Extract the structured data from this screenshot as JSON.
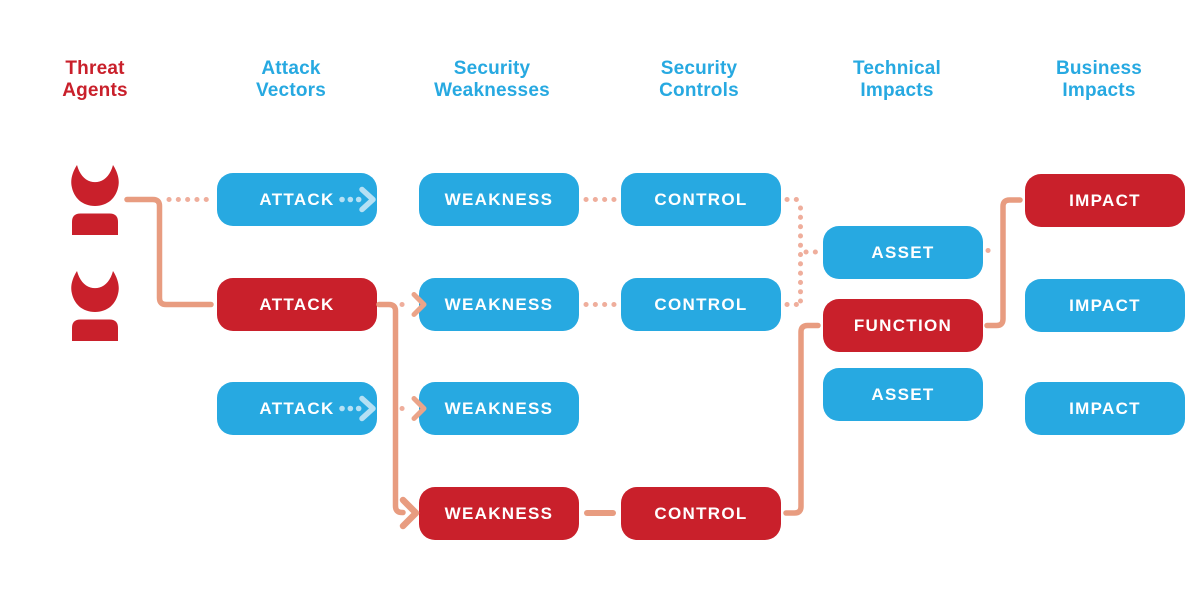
{
  "diagram": "owasp-risk-path",
  "colors": {
    "red": "#C9202B",
    "blue": "#27A9E1",
    "salmon_solid": "#E89C80",
    "salmon_dotted": "#EFAE9C",
    "light_blue_arrow": "#B5E0F4",
    "node_text": "#FFFFFF",
    "background": "#FFFFFF"
  },
  "headers": [
    {
      "id": "threat-agents",
      "text": "Threat\nAgents"
    },
    {
      "id": "attack-vectors",
      "text": "Attack\nVectors"
    },
    {
      "id": "security-weaknesses",
      "text": "Security\nWeaknesses"
    },
    {
      "id": "security-controls",
      "text": "Security\nControls"
    },
    {
      "id": "technical-impacts",
      "text": "Technical\nImpacts"
    },
    {
      "id": "business-impacts",
      "text": "Business\nImpacts"
    }
  ],
  "threat_agents": {
    "count": 2,
    "icon": "devil-person-icon"
  },
  "nodes": {
    "attack_row1": {
      "label": "ATTACK",
      "variant": "blue"
    },
    "attack_row2": {
      "label": "ATTACK",
      "variant": "red"
    },
    "attack_row3": {
      "label": "ATTACK",
      "variant": "blue"
    },
    "weakness_row1": {
      "label": "WEAKNESS",
      "variant": "blue"
    },
    "weakness_row2": {
      "label": "WEAKNESS",
      "variant": "blue"
    },
    "weakness_row3": {
      "label": "WEAKNESS",
      "variant": "blue"
    },
    "weakness_row4": {
      "label": "WEAKNESS",
      "variant": "red"
    },
    "control_row1": {
      "label": "CONTROL",
      "variant": "blue"
    },
    "control_row2": {
      "label": "CONTROL",
      "variant": "blue"
    },
    "control_row4": {
      "label": "CONTROL",
      "variant": "red"
    },
    "asset_top": {
      "label": "ASSET",
      "variant": "blue"
    },
    "function": {
      "label": "FUNCTION",
      "variant": "red"
    },
    "asset_bottom": {
      "label": "ASSET",
      "variant": "blue"
    },
    "impact_row1": {
      "label": "IMPACT",
      "variant": "red"
    },
    "impact_row2": {
      "label": "IMPACT",
      "variant": "blue"
    },
    "impact_row3": {
      "label": "IMPACT",
      "variant": "blue"
    }
  }
}
